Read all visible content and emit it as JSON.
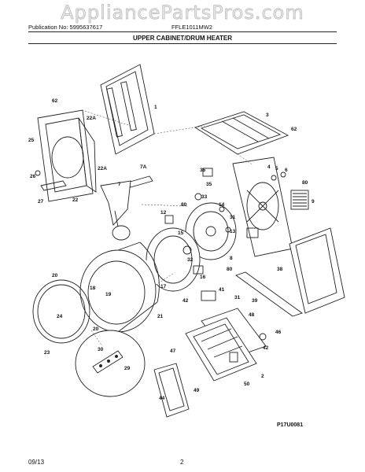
{
  "watermark": "AppliancePartsPros.com",
  "header": {
    "publication": "Publication No: 5995637617",
    "model": "FFLE1011MW2",
    "title": "UPPER CABINET/DRUM HEATER"
  },
  "callouts": [
    "1",
    "3",
    "62",
    "4",
    "5",
    "6",
    "80",
    "9",
    "62",
    "22A",
    "25",
    "22A",
    "26",
    "27",
    "22",
    "7A",
    "7",
    "36",
    "35",
    "33",
    "80",
    "14",
    "13",
    "31",
    "15",
    "12",
    "8",
    "80",
    "32",
    "16",
    "17",
    "20",
    "18",
    "19",
    "24",
    "21",
    "20",
    "41",
    "42",
    "31",
    "39",
    "38",
    "48",
    "23",
    "30",
    "29",
    "47",
    "46",
    "42",
    "50",
    "49",
    "44",
    "2"
  ],
  "figure_number": "P17U0081",
  "footer": {
    "date": "09/13",
    "page": "2"
  }
}
